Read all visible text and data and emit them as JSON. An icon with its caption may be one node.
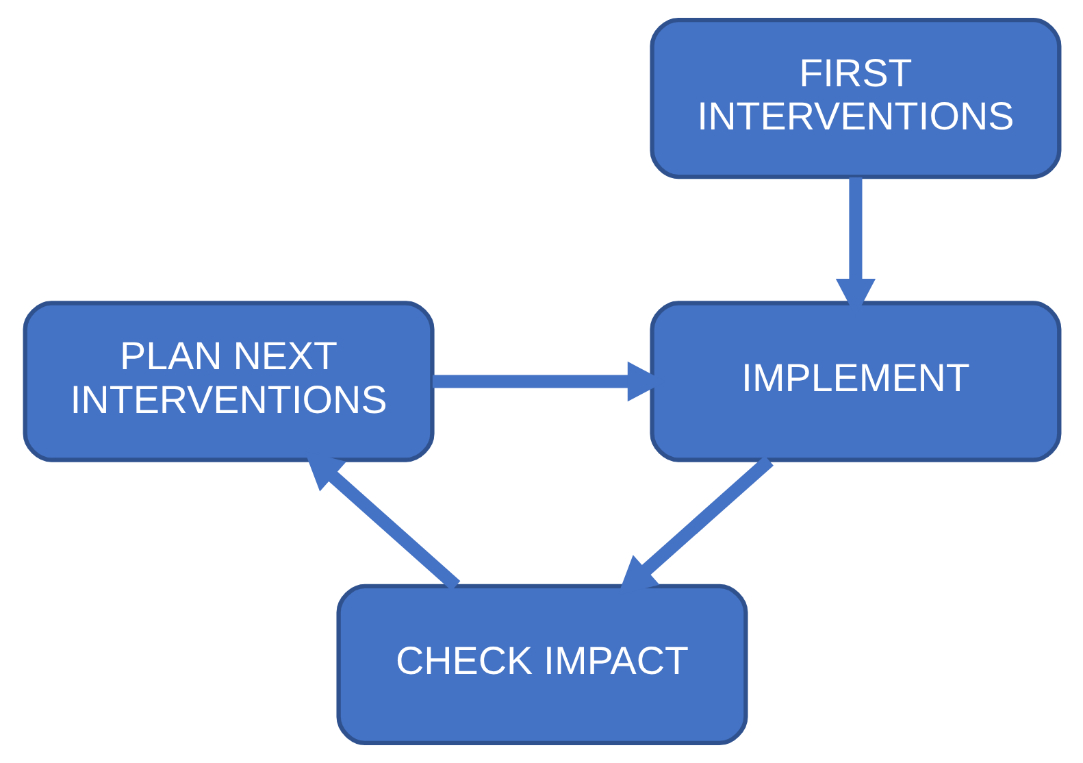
{
  "diagram": {
    "nodes": [
      {
        "text": [
          "FIRST INTERVENTIONS"
        ]
      },
      {
        "text": [
          "PLAN NEXT INTERVENTIONS"
        ]
      },
      {
        "text": [
          "IMPLEMENT"
        ]
      },
      {
        "text": [
          "CHECK IMPACT"
        ]
      }
    ],
    "edges": [
      {
        "from": 0,
        "to": 2,
        "arrow": "to"
      },
      {
        "from": 1,
        "to": 2,
        "arrow": "to"
      },
      {
        "from": 2,
        "to": 3,
        "arrow": "to"
      },
      {
        "from": 3,
        "to": 1,
        "arrow": "to"
      }
    ]
  }
}
